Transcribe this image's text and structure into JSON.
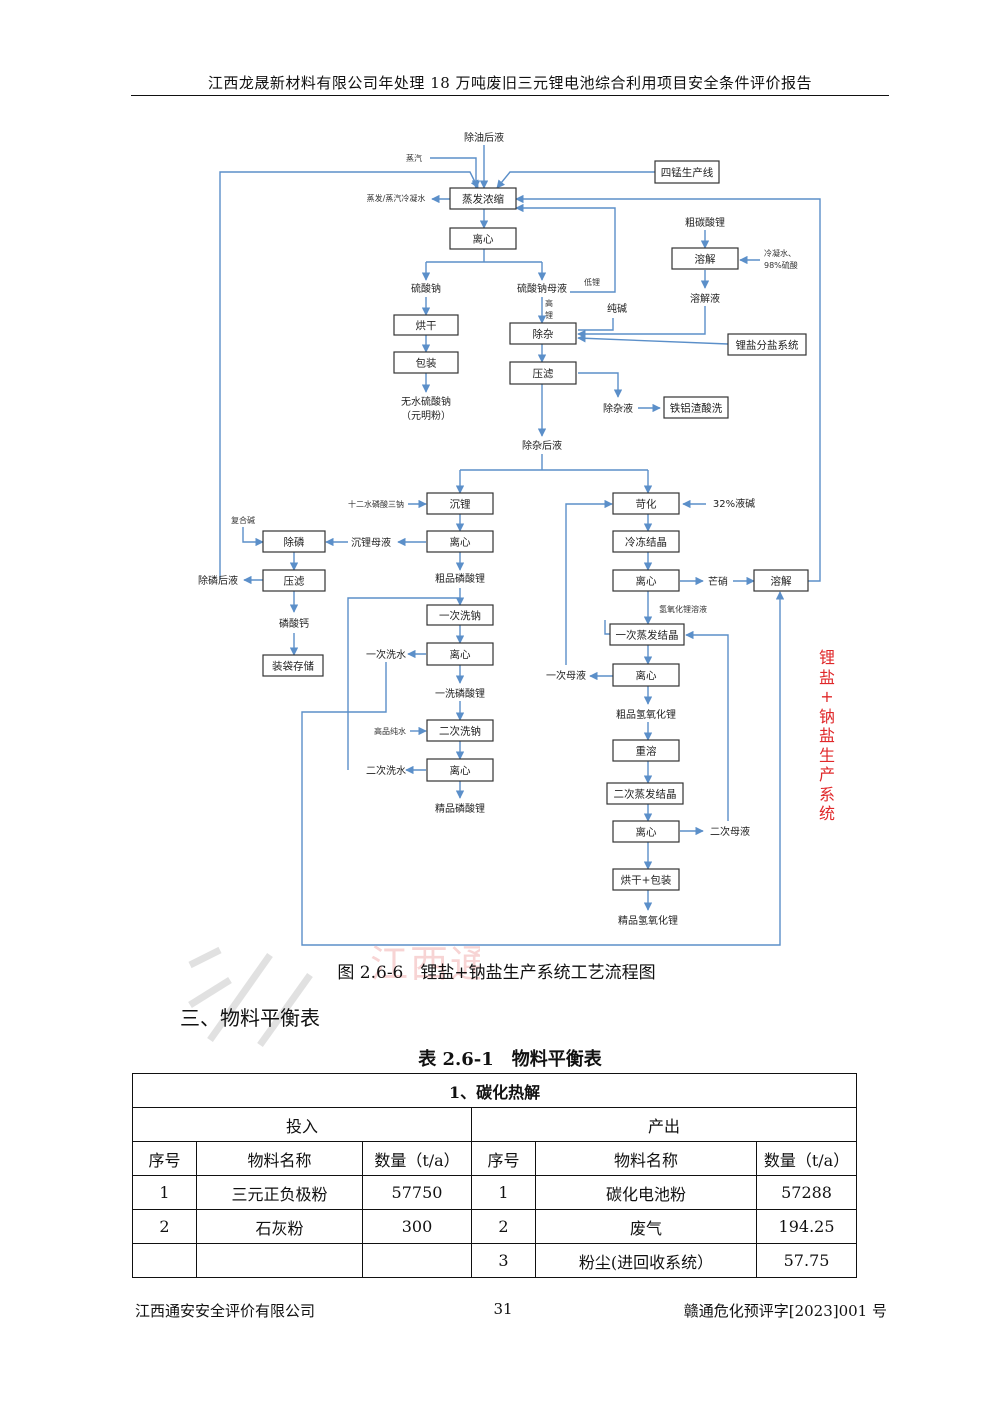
{
  "header": {
    "title": "江西龙晟新材料有限公司年处理 18 万吨废旧三元锂电池综合利用项目安全条件评价报告"
  },
  "flowchart": {
    "boxes": {
      "evap": "蒸发浓缩",
      "cent1": "离心",
      "siman": "四锰生产线",
      "rongjie1": "溶解",
      "honggan1": "烘干",
      "baozhuang1": "包装",
      "chuza": "除杂",
      "yalv1": "压滤",
      "lisalt": "锂盐分盐系统",
      "tielv": "铁铝渣酸洗",
      "chenli": "沉锂",
      "cent2": "离心",
      "chulin": "除磷",
      "yalv2": "压滤",
      "daizhuang": "装袋存储",
      "yicixina": "一次洗钠",
      "cent3": "离心",
      "ercixina": "二次洗钠",
      "cent4": "离心",
      "kehua": "苛化",
      "lengdong": "冷冻结晶",
      "cent5": "离心",
      "rongjie2": "溶解",
      "yici": "一次蒸发结晶",
      "cent6": "离心",
      "chongrong": "重溶",
      "erci": "二次蒸发结晶",
      "cent7": "离心",
      "honggan2": "烘干+包装"
    },
    "labels": {
      "chuyou": "除油后液",
      "zhengqi": "蒸汽",
      "zhengfa_water": "蒸发/蒸汽冷凝水",
      "cutan": "粗碳酸锂",
      "lengningshui": "冷凝水、",
      "h2so4": "98%硫酸",
      "rongjieye": "溶解液",
      "liusuanna": "硫酸钠",
      "muye": "硫酸钠母液",
      "diLi": "低锂",
      "gao": "高",
      "li": "锂",
      "chunjian": "纯碱",
      "wushui_a": "无水硫酸钠",
      "wushui_b": "（元明粉）",
      "chuzaye": "除杂液",
      "chuzahouye": "除杂后液",
      "shierhe": "十二水磷酸三钠",
      "fuhejian": "复合碱",
      "chenlimuye": "沉锂母液",
      "chulinhouye": "除磷后液",
      "culinsuanli": "粗品磷酸锂",
      "linsuangai": "磷酸钙",
      "yicixishui": "一次洗水",
      "yixi": "一洗磷酸锂",
      "gaochun": "高品纯水",
      "ercixishui": "二次洗水",
      "jingpin": "精品磷酸锂",
      "jian32": "32%液碱",
      "mangxiao": "芒硝",
      "qingyanghua": "氢氧化锂溶液",
      "yicimuye": "一次母液",
      "cuqingyanghua": "粗品氢氧化锂",
      "ercimuye": "二次母液",
      "jingqing": "精品氢氧化锂"
    },
    "side_label": "锂\n盐\n+\n钠\n盐\n生\n产\n系\n统"
  },
  "caption": "图 2.6-6　锂盐+钠盐生产系统工艺流程图",
  "section_heading": "三、物料平衡表",
  "table": {
    "title": "表 2.6-1　物料平衡表",
    "section": "1、碳化热解",
    "input_header": "投入",
    "output_header": "产出",
    "col_seq": "序号",
    "col_name": "物料名称",
    "col_qty": "数量（t/a）",
    "rows": [
      {
        "in_no": "1",
        "in_name": "三元正负极粉",
        "in_qty": "57750",
        "out_no": "1",
        "out_name": "碳化电池粉",
        "out_qty": "57288"
      },
      {
        "in_no": "2",
        "in_name": "石灰粉",
        "in_qty": "300",
        "out_no": "2",
        "out_name": "废气",
        "out_qty": "194.25"
      },
      {
        "in_no": "",
        "in_name": "",
        "in_qty": "",
        "out_no": "3",
        "out_name": "粉尘(进回收系统）",
        "out_qty": "57.75"
      }
    ]
  },
  "footer": {
    "company": "江西通安安全评价有限公司",
    "page": "31",
    "doc_no": "赣通危化预评字[2023]001 号"
  },
  "colors": {
    "arrow": "#5b8fc9",
    "side_label": "#e0282a"
  }
}
